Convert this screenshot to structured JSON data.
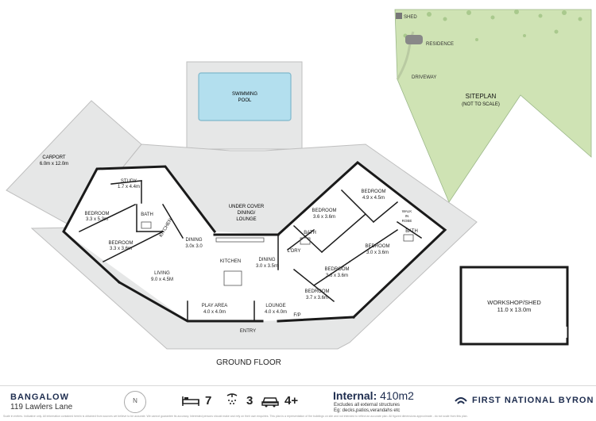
{
  "site_plan": {
    "shed": "SHED",
    "residence": "RESIDENCE",
    "driveway": "DRIVEWAY",
    "title": "SITEPLAN",
    "subtitle": "(NOT TO SCALE)"
  },
  "outdoor": {
    "pool_line1": "SWIMMING",
    "pool_line2": "POOL",
    "carport_name": "CARPORT",
    "carport_size": "6.0m x 12.0m",
    "undercover_line1": "UNDER COVER",
    "undercover_line2": "DINING/",
    "undercover_line3": "LOUNGE"
  },
  "rooms": {
    "study": {
      "name": "STUDY",
      "size": "1.7 x 4.4m"
    },
    "bedroom_left": {
      "name": "BEDROOM",
      "size": "3.3 x 5.3m"
    },
    "bath_left": {
      "name": "BATH"
    },
    "bedroom_left2": {
      "name": "BEDROOM",
      "size": "3.3 x 3.6m"
    },
    "kitchen_small": {
      "name": "KITCHEN"
    },
    "dining_left": {
      "name": "DINING",
      "size": "3.0x 3.0"
    },
    "living": {
      "name": "LIVING",
      "size": "9.0 x 4.5M"
    },
    "kitchen": {
      "name": "KITCHEN"
    },
    "dining": {
      "name": "DINING",
      "size": "3.0 x 3.5m"
    },
    "play_area": {
      "name": "PLAY AREA",
      "size": "4.0 x 4.0m"
    },
    "lounge": {
      "name": "LOUNGE",
      "size": "4.0 x 4.0m"
    },
    "fp": "F/P",
    "entry": "ENTRY",
    "ldry": "L'DRY",
    "bath_mid": {
      "name": "BATH"
    },
    "bedroom_r1": {
      "name": "BEDROOM",
      "size": "3.6 x 3.6m"
    },
    "bedroom_master": {
      "name": "BEDROOM",
      "size": "4.9 x 4.5m"
    },
    "wir_line1": "WALK",
    "wir_line2": "IN",
    "wir_line3": "ROBE",
    "bath_right": {
      "name": "BATH"
    },
    "bedroom_r2": {
      "name": "BEDROOM",
      "size": "3.0 x 3.6m"
    },
    "bedroom_r3": {
      "name": "BEDROOM",
      "size": "3.6 x 3.6m"
    },
    "bedroom_r4": {
      "name": "BEDROOM",
      "size": "3.7 x 3.6m"
    },
    "floor_label": "GROUND FLOOR"
  },
  "workshop": {
    "name": "WORKSHOP/SHED",
    "size": "11.0 x 13.0m"
  },
  "footer": {
    "suburb": "BANGALOW",
    "address": "119 Lawlers Lane",
    "compass": "N",
    "bedrooms": "7",
    "bathrooms": "3",
    "cars": "4+",
    "internal_label": "Internal:",
    "internal_value": "410m2",
    "note1": "Excludes all external structures",
    "note2": "Eg: decks,patios,verandahs etc",
    "brand": "FIRST NATIONAL BYRON",
    "disclaimer": "Scale in metres. Indicative only. All information contained herein is obtained from sources we believe to be accurate. We cannot guarantee its accuracy. Interested persons should make and rely on their own enquiries. This plan is a representation of the buildings on site and not intended to reflect an accurate plan. All figured dimensions approximate - do not scale from this plan."
  },
  "colors": {
    "pool": "#b3dfee",
    "pool_border": "#7fb8cc",
    "site_grass": "#cfe3b4",
    "slab": "#e6e7e7",
    "wall": "#1a1a1a",
    "brand_navy": "#1e2d4f"
  }
}
